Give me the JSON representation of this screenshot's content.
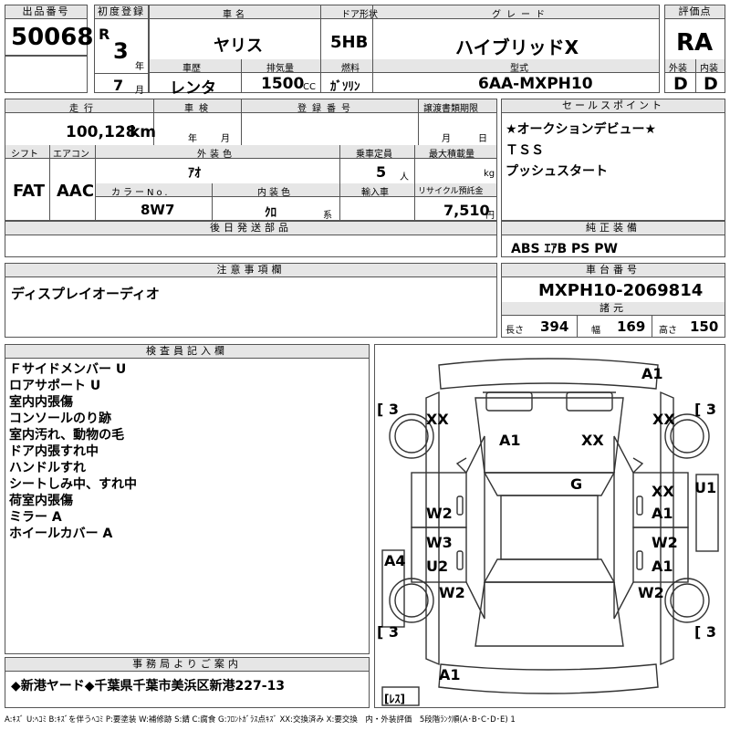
{
  "top": {
    "lot_label": "出品番号",
    "lot_no": "50068",
    "first_reg_label": "初度登録",
    "era": "R",
    "year": "3",
    "year_unit": "年",
    "month": "7",
    "month_unit": "月",
    "name_label": "車名",
    "name": "ヤリス",
    "door_label": "ドア形状",
    "door": "5HB",
    "grade_label": "グレード",
    "grade": "ハイブリッドX",
    "score_label": "評価点",
    "score": "RA",
    "history_label": "車歴",
    "history": "レンタ",
    "displacement_label": "排気量",
    "displacement": "1500",
    "displacement_unit": "CC",
    "fuel_label": "燃料",
    "fuel": "ｶﾞｿﾘﾝ",
    "model_label": "型式",
    "model": "6AA-MXPH10",
    "exterior_label": "外装",
    "exterior": "D",
    "interior_label": "内装",
    "interior": "D"
  },
  "mid": {
    "mileage_label": "走行",
    "mileage": "100,128",
    "mileage_unit": "km",
    "inspection_label": "車検",
    "insp_year_unit": "年",
    "insp_month_unit": "月",
    "regno_label": "登録番号",
    "transfer_label": "譲渡書類期限",
    "transfer_month_unit": "月",
    "transfer_day_unit": "日",
    "shift_label": "シフト",
    "shift": "FAT",
    "ac_label": "エアコン",
    "ac": "AAC",
    "color_label": "外装色",
    "color": "ｱｵ",
    "capacity_label": "乗車定員",
    "capacity": "5",
    "capacity_unit": "人",
    "load_label": "最大積載量",
    "load_unit": "kg",
    "color_no_label": "カラーNo.",
    "color_no": "8W7",
    "int_color_label": "内装色",
    "int_color": "ｸﾛ",
    "int_color_unit": "系",
    "import_label": "輸入車",
    "recycle_label": "リサイクル預託金",
    "recycle": "7,510",
    "recycle_unit": "円",
    "later_label": "後日発送部品"
  },
  "sales": {
    "label": "セールスポイント",
    "lines": [
      "★オークションデビュー★",
      "ＴＳＳ",
      "プッシュスタート"
    ]
  },
  "equip": {
    "label": "純正装備",
    "value": "ABS ｴｱB PS PW"
  },
  "notes": {
    "label": "注意事項欄",
    "value": "ディスプレイオーディオ"
  },
  "chassis": {
    "label": "車台番号",
    "value": "MXPH10-2069814",
    "dims_label": "諸元",
    "length_label": "長さ",
    "length": "394",
    "width_label": "幅",
    "width": "169",
    "height_label": "高さ",
    "height": "150"
  },
  "inspector": {
    "label": "検査員記入欄",
    "lines": [
      "Ｆサイドメンバー U",
      "ロアサポート U",
      "室内内張傷",
      "コンソールのり跡",
      "室内汚れ、動物の毛",
      "ドア内張すれ中",
      "ハンドルすれ",
      "シートしみ中、すれ中",
      "荷室内張傷",
      "ミラー A",
      "ホイールカバー A"
    ]
  },
  "office": {
    "label": "事務局よりご案内",
    "value": "◆新港ヤード◆千葉県千葉市美浜区新港227-13"
  },
  "diagram": {
    "tl": "[ 3",
    "tr": "[ 3",
    "bl": "[ 3",
    "br": "[ 3",
    "front": "A1",
    "fl_tire": "XX",
    "fr_tire": "XX",
    "hood_l": "A1",
    "hood_r": "XX",
    "roof": "G",
    "right_u1": "U1",
    "right_xx": "XX",
    "right_a1": "A1",
    "left_w2": "W2",
    "left_w3": "W3",
    "left_u2": "U2",
    "right_w2": "W2",
    "right_a1b": "A1",
    "left_a4": "A4",
    "rl_tire": "W2",
    "rr_tire": "W2",
    "rear": "A1",
    "spare": "[ﾚｽ]"
  },
  "legend": "A:ｷｽﾞ U:ﾍｺﾐ B:ｷｽﾞを伴うﾍｺﾐ P:要塗装 W:補修跡 S:錆 C:腐食 G:ﾌﾛﾝﾄｶﾞﾗｽ点ｷｽﾞ XX:交換済み X:要交換　内・外装評価　5段階ﾗﾝｸ順(A･B･C･D･E) 1"
}
